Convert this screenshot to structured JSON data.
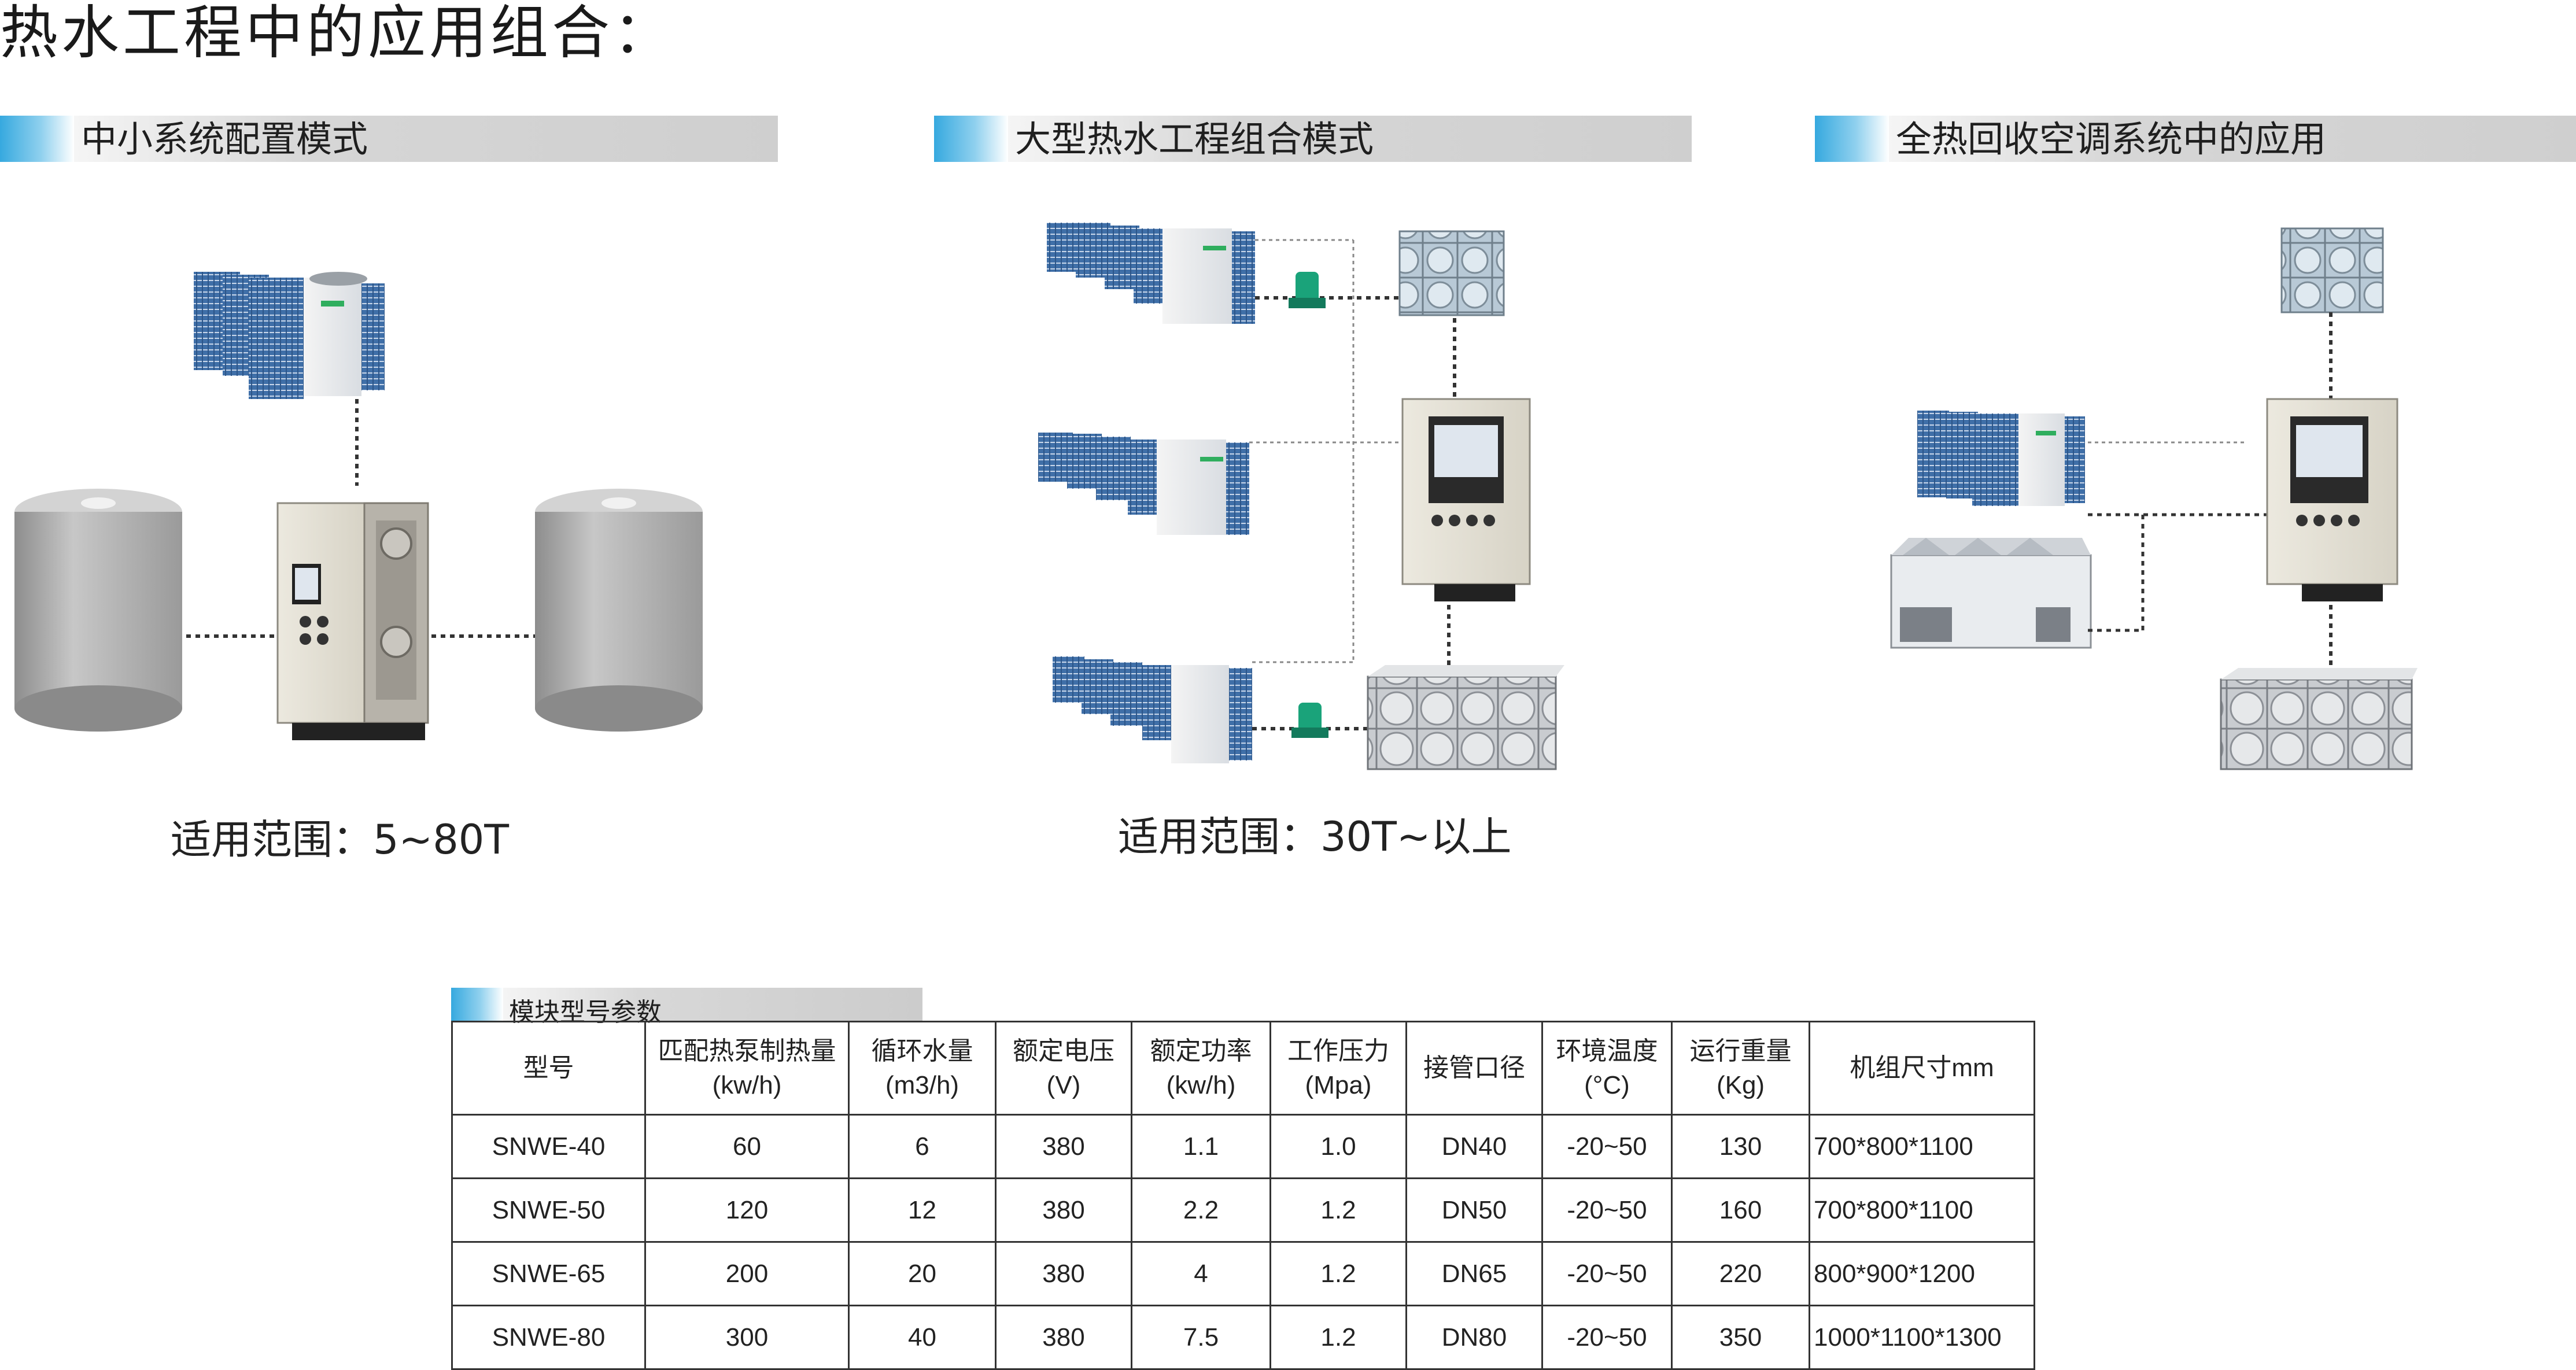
{
  "title": "热水工程中的应用组合：",
  "sections": [
    {
      "label": "中小系统配置模式",
      "range": "适用范围：5~80T"
    },
    {
      "label": "大型热水工程组合模式",
      "range": "适用范围：30T~以上"
    },
    {
      "label": "全热回收空调系统中的应用"
    }
  ],
  "table": {
    "title": "模块型号参数",
    "headers": [
      {
        "line1": "型号",
        "line2": ""
      },
      {
        "line1": "匹配热泵制热量",
        "line2": "(kw/h)"
      },
      {
        "line1": "循环水量",
        "line2": "(m3/h)"
      },
      {
        "line1": "额定电压",
        "line2": "(V)"
      },
      {
        "line1": "额定功率",
        "line2": "(kw/h)"
      },
      {
        "line1": "工作压力",
        "line2": "(Mpa)"
      },
      {
        "line1": "接管口径",
        "line2": ""
      },
      {
        "line1": "环境温度",
        "line2": "(°C)"
      },
      {
        "line1": "运行重量",
        "line2": "(Kg)"
      },
      {
        "line1": "机组尺寸mm",
        "line2": ""
      }
    ],
    "rows": [
      [
        "SNWE-40",
        "60",
        "6",
        "380",
        "1.1",
        "1.0",
        "DN40",
        "-20~50",
        "130",
        "700*800*1100"
      ],
      [
        "SNWE-50",
        "120",
        "12",
        "380",
        "2.2",
        "1.2",
        "DN50",
        "-20~50",
        "160",
        "700*800*1100"
      ],
      [
        "SNWE-65",
        "200",
        "20",
        "380",
        "4",
        "1.2",
        "DN65",
        "-20~50",
        "220",
        "800*900*1200"
      ],
      [
        "SNWE-80",
        "300",
        "40",
        "380",
        "7.5",
        "1.2",
        "DN80",
        "-20~50",
        "350",
        "1000*1100*1300"
      ]
    ]
  },
  "colors": {
    "accent_blue": "#36a9df",
    "header_gray": "#cfcfcf",
    "tank_gray": "#a9a9a9",
    "pump_green": "#1aa37a"
  }
}
